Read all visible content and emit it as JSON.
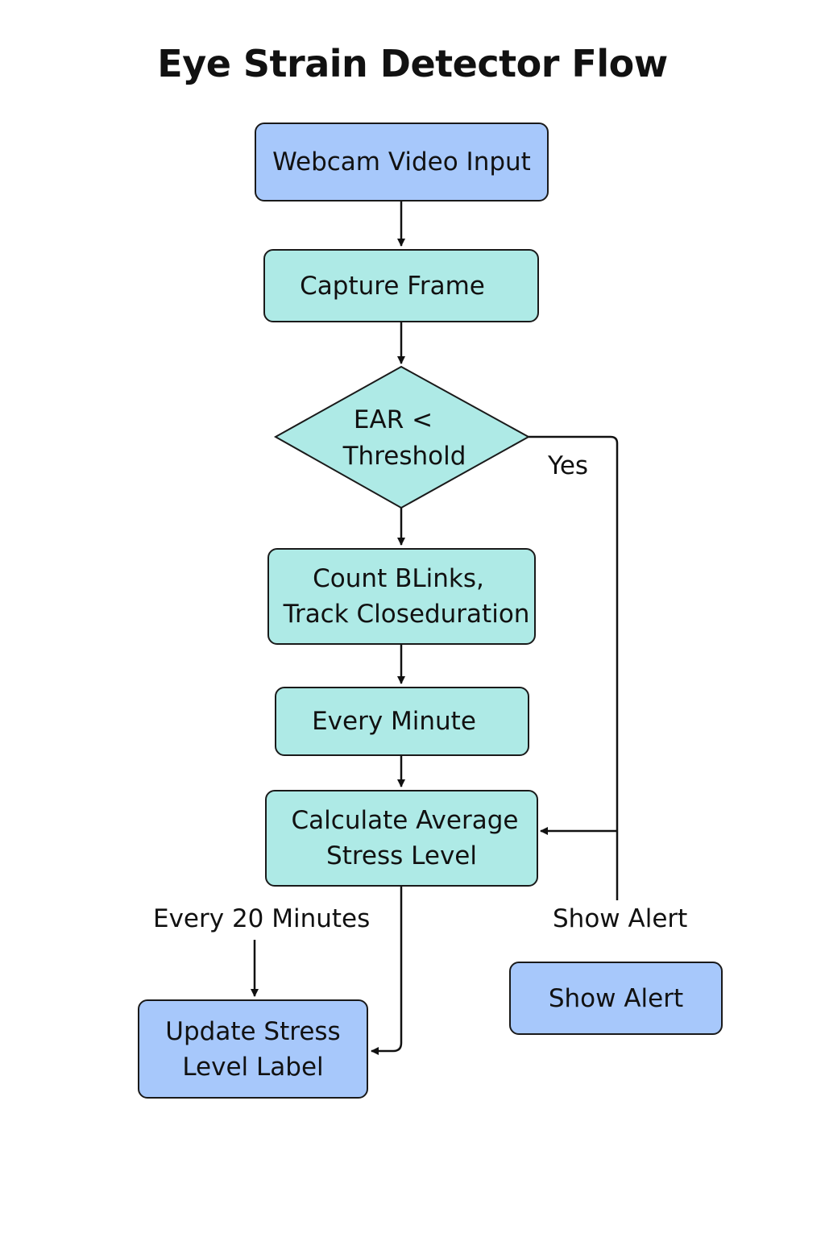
{
  "title": "Eye Strain Detector Flow",
  "nodes": {
    "webcam_input": {
      "label": "Webcam Video Input"
    },
    "capture_frame": {
      "label": "Capture Frame"
    },
    "ear_decision": {
      "line1": "EAR <",
      "line2": "Threshold"
    },
    "count_blinks": {
      "line1": "Count BLinks,",
      "line2": "Track Closeduration"
    },
    "every_minute": {
      "label": "Every Minute"
    },
    "calc_stress": {
      "line1": "Calculate Average",
      "line2": "Stress Level"
    },
    "update_label": {
      "line1": "Update Stress",
      "line2": "Level Label"
    },
    "show_alert_box": {
      "label": "Show Alert"
    }
  },
  "edge_labels": {
    "yes": "Yes",
    "every_20_minutes": "Every 20 Minutes",
    "show_alert": "Show Alert"
  },
  "colors": {
    "blue_node": "#a7c8fb",
    "teal_node": "#aeeae6",
    "stroke": "#1a1a1a"
  }
}
